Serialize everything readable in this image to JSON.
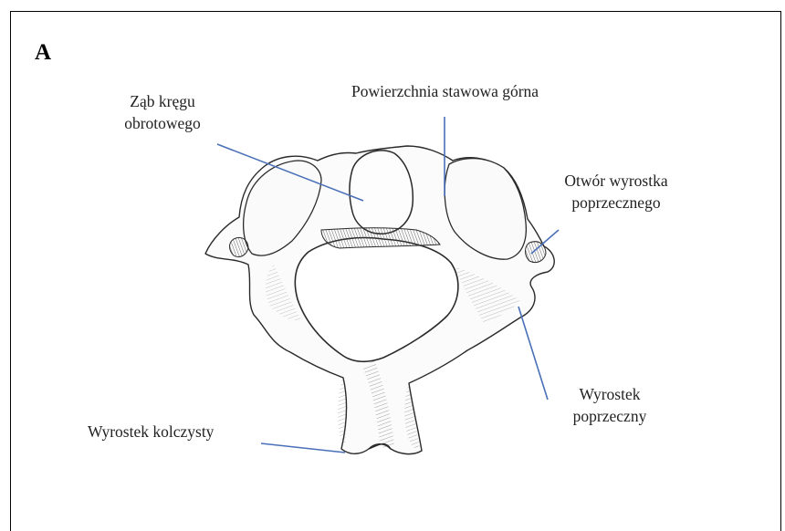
{
  "figure": {
    "panel_label": "A",
    "labels": {
      "dens": [
        "Ząb kręgu",
        "obrotowego"
      ],
      "superior_articular_surface": "Powierzchnia stawowa górna",
      "transverse_foramen": [
        "Otwór wyrostka",
        "poprzecznego"
      ],
      "transverse_process": [
        "Wyrostek",
        "poprzeczny"
      ],
      "spinous_process": "Wyrostek kolczysty"
    },
    "colors": {
      "leader_line": "#4a70b8",
      "bone_outline": "#2a2a2a",
      "border": "#000000"
    }
  }
}
